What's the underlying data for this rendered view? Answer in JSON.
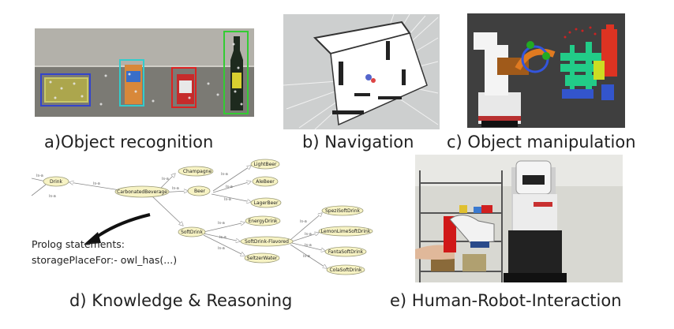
{
  "captions": {
    "a": "a)Object recognition",
    "b": "b) Navigation",
    "c": "c) Object manipulation",
    "d": "d) Knowledge & Reasoning",
    "e": "e) Human-Robot-Interaction"
  },
  "knowledge": {
    "nodes": {
      "drink": "Drink",
      "carbonated": "CarbonatedBeverage",
      "champagne": "Champagne",
      "beer": "Beer",
      "lightbeer": "LightBeer",
      "alebeer": "AleBeer",
      "lagerbeer": "LagerBeer",
      "softdrink": "SoftDrink",
      "energydrink": "EnergyDrink",
      "flavored": "SoftDrink-Flavored",
      "seltzer": "SeltzerWater",
      "spezi": "SpeziSoftDrink",
      "lemonlime": "LemonLimeSoftDrink",
      "fanta": "FantaSoftDrink",
      "cola": "ColaSoftDrink"
    },
    "edge_label": "is-a",
    "prolog_line1": "Prolog statements:",
    "prolog_line2": "storagePlaceFor:- owl_has(...)"
  },
  "colors": {
    "node_fill": "#f7f3c4",
    "node_stroke": "#999977",
    "edge": "#888888",
    "recog_blue": "#3344cc",
    "recog_cyan": "#33cccc",
    "recog_red": "#dd2222",
    "recog_green": "#33cc33"
  }
}
